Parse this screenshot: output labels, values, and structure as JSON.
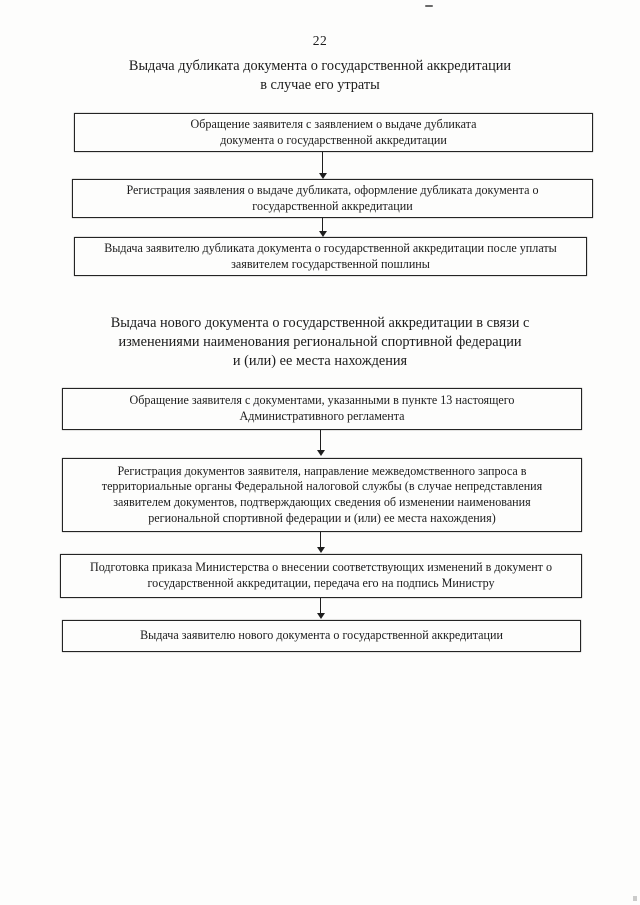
{
  "page": {
    "number": "22"
  },
  "section_duplicate": {
    "title_lines": [
      "Выдача дубликата документа о государственной аккредитации",
      "в случае его утраты"
    ],
    "boxes": [
      {
        "lines": [
          "Обращение заявителя с заявлением о выдаче дубликата",
          "документа о государственной аккредитации"
        ]
      },
      {
        "lines": [
          "Регистрация заявления о выдаче дубликата, оформление дубликата документа о",
          "государственной аккредитации"
        ]
      },
      {
        "lines": [
          "Выдача заявителю дубликата документа о государственной аккредитации после уплаты",
          "заявителем государственной пошлины"
        ]
      }
    ]
  },
  "section_new_document": {
    "title_lines": [
      "Выдача нового документа о государственной аккредитации в связи с",
      "изменениями наименования региональной спортивной федерации",
      "и (или) ее места нахождения"
    ],
    "boxes": [
      {
        "lines": [
          "Обращение заявителя с документами, указанными в пункте 13 настоящего",
          "Административного регламента"
        ]
      },
      {
        "lines": [
          "Регистрация документов заявителя, направление межведомственного запроса в",
          "территориальные органы Федеральной налоговой службы (в случае непредставления",
          "заявителем документов, подтверждающих сведения об изменении наименования",
          "региональной спортивной федерации и (или) ее места нахождения)"
        ]
      },
      {
        "lines": [
          "Подготовка приказа Министерства о внесении соответствующих изменений в документ о",
          "государственной аккредитации, передача его на подпись Министру"
        ]
      },
      {
        "lines": [
          "Выдача заявителю нового документа о государственной аккредитации"
        ]
      }
    ]
  }
}
